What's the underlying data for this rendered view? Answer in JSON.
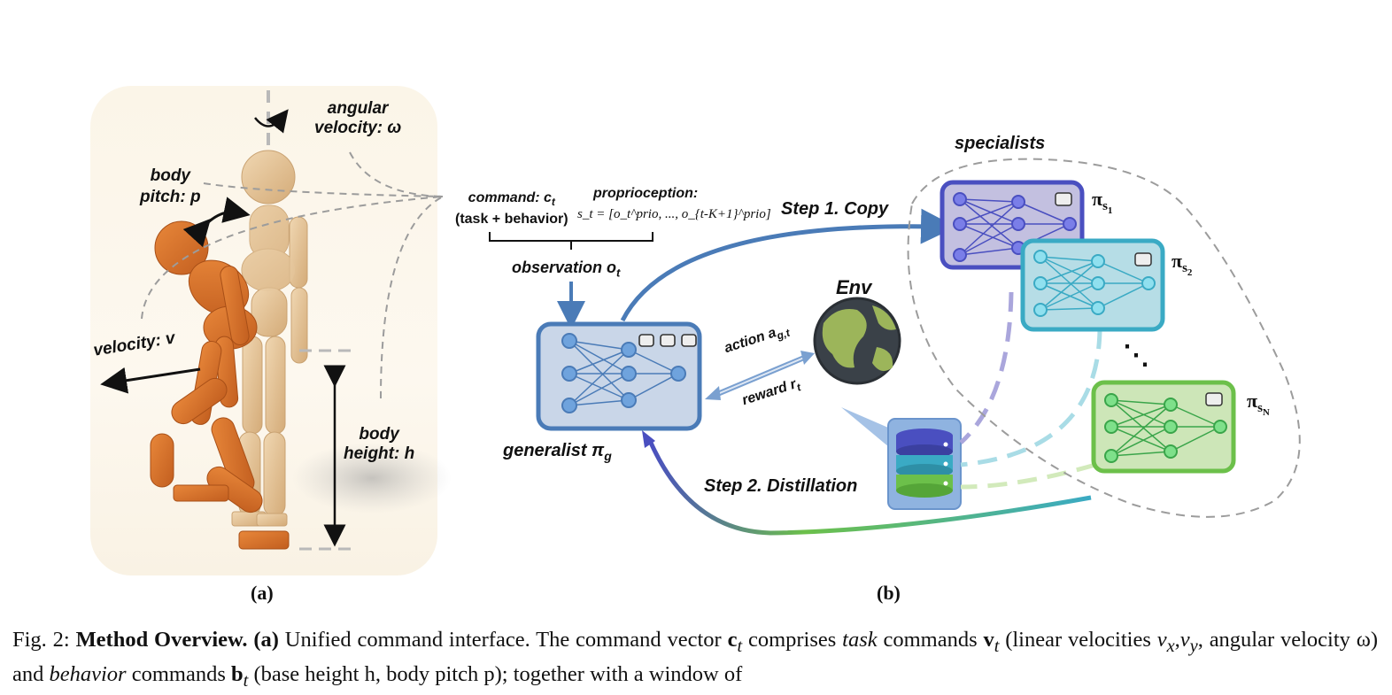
{
  "panel_a": {
    "angular_velocity_label": "angular velocity: ω",
    "angular_velocity_line1": "angular",
    "angular_velocity_line2": "velocity: ω",
    "body_pitch_line1": "body",
    "body_pitch_line2": "pitch: p",
    "velocity_label": "velocity: v",
    "body_height_line1": "body",
    "body_height_line2": "height: h",
    "subfigure_label": "(a)"
  },
  "panel_b": {
    "command_label": "command: c",
    "command_sub": "t",
    "command_detail": "(task + behavior)",
    "proprioception_label": "proprioception:",
    "proprioception_formula": "s_t = [o_t^prio, ..., o_{t-K+1}^prio]",
    "observation_label": "observation o",
    "observation_sub": "t",
    "generalist_label": "generalist π",
    "generalist_sub": "g",
    "env_label": "Env",
    "action_label": "action a",
    "action_sub": "g,t",
    "reward_label": "reward r",
    "reward_sub": "t",
    "specialists_label": "specialists",
    "step1_label": "Step 1. Copy",
    "step2_label": "Step 2. Distillation",
    "specialist_1": "π",
    "specialist_1_sub": "s",
    "specialist_1_subsub": "1",
    "specialist_2_subsub": "2",
    "specialist_n_subsub": "N",
    "ellipsis": "⋱",
    "subfigure_label": "(b)"
  },
  "caption": {
    "fig_number": "Fig. 2:",
    "title": "Method Overview.",
    "a_marker": "(a)",
    "text_1": "Unified command interface. The command vector",
    "c_t": "c",
    "text_2": "comprises",
    "task": "task",
    "text_3": "commands",
    "v_t": "v",
    "text_4": "(linear velocities",
    "vx_vy": "v",
    "text_5": "angular velocity ω) and",
    "behavior": "behavior",
    "text_6": "commands",
    "b_t": "b",
    "text_7": "(base height h, body pitch p); together with a window of"
  },
  "colors": {
    "generalist_fill": "#c9d6e8",
    "generalist_stroke": "#4a7bb7",
    "spec1_fill": "#c3c0e0",
    "spec1_stroke": "#4a4fc0",
    "spec2_fill": "#b6dde6",
    "spec2_stroke": "#3aaac4",
    "specN_fill": "#cde6b8",
    "specN_stroke": "#6cc04a",
    "arrow_blue": "#4a7bb7",
    "orange": "#d9742c",
    "beige": "#e3c39a"
  }
}
